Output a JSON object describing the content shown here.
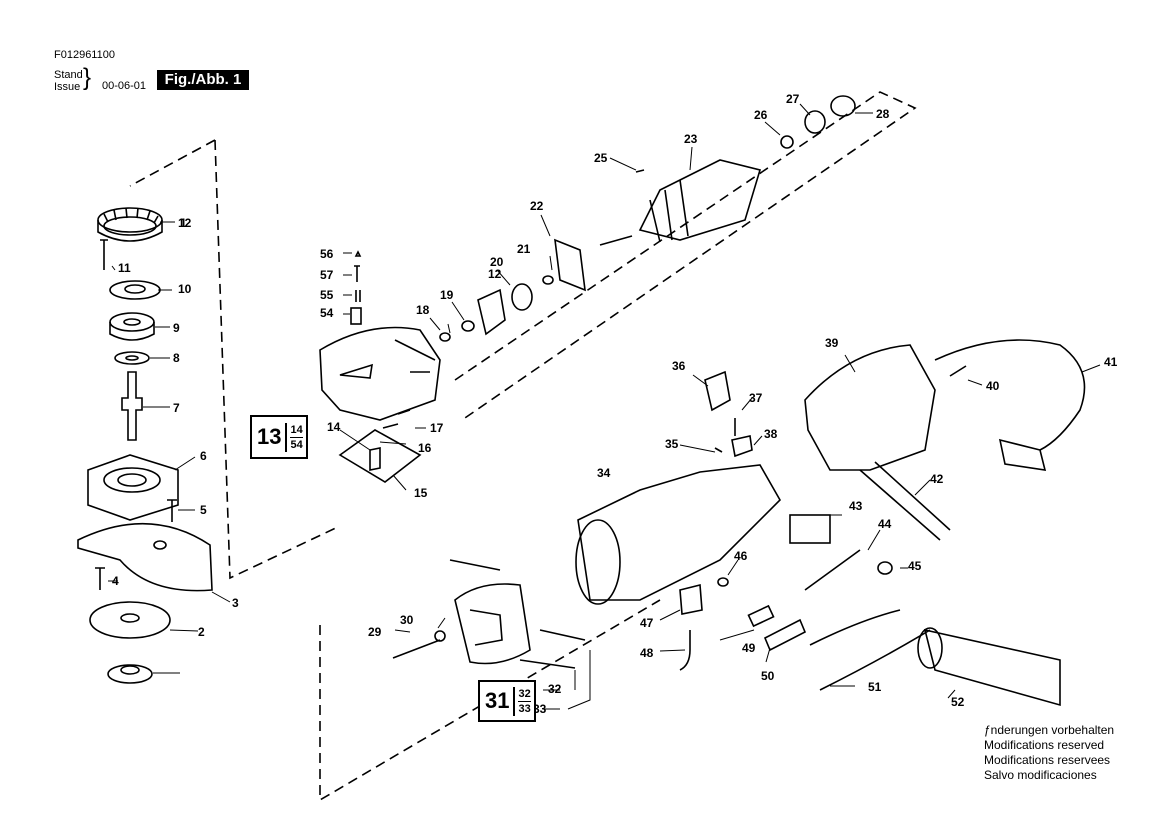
{
  "header": {
    "doc_number": "F012961100",
    "stand_label": "Stand",
    "issue_label": "Issue",
    "date": "00-06-01",
    "figure_label": "Fig./Abb. 1"
  },
  "parts": [
    "1",
    "2",
    "3",
    "4",
    "5",
    "6",
    "7",
    "8",
    "9",
    "10",
    "11",
    "12",
    "12",
    "14",
    "15",
    "16",
    "17",
    "18",
    "19",
    "20",
    "21",
    "22",
    "23",
    "25",
    "26",
    "27",
    "28",
    "29",
    "30",
    "32",
    "33",
    "34",
    "35",
    "36",
    "37",
    "38",
    "39",
    "40",
    "41",
    "42",
    "43",
    "44",
    "45",
    "46",
    "47",
    "48",
    "49",
    "50",
    "51",
    "52",
    "54",
    "55",
    "56",
    "57"
  ],
  "ref_boxes": [
    {
      "main": "13",
      "top": "14",
      "bottom": "54"
    },
    {
      "main": "31",
      "top": "32",
      "bottom": "33"
    }
  ],
  "notice": [
    "ƒnderungen vorbehalten",
    "Modifications reserved",
    "Modifications reservees",
    "Salvo modificaciones"
  ]
}
